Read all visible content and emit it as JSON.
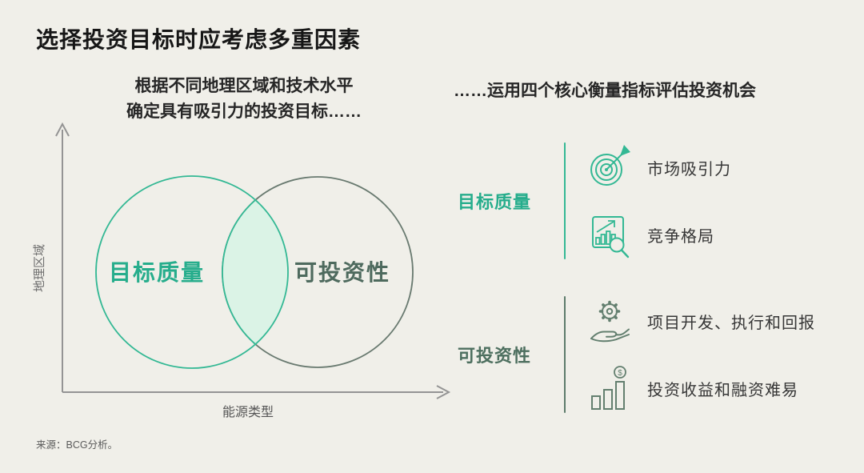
{
  "page": {
    "title": "选择投资目标时应考虑多重因素",
    "source": "来源：BCG分析。"
  },
  "venn_section": {
    "subtitle_line1": "根据不同地理区域和技术水平",
    "subtitle_line2": "确定具有吸引力的投资目标……",
    "y_axis_label": "地理区域",
    "x_axis_label": "能源类型",
    "left_circle_label": "目标质量",
    "right_circle_label": "可投资性"
  },
  "metrics_section": {
    "subtitle": "……运用四个核心衡量指标评估投资机会",
    "groups": [
      {
        "label": "目标质量",
        "accent_color": "#26ad8c",
        "items": [
          {
            "icon": "target-dart-icon",
            "label": "市场吸引力"
          },
          {
            "icon": "chart-magnifier-icon",
            "label": "竞争格局"
          }
        ]
      },
      {
        "label": "可投资性",
        "accent_color": "#4d6f5f",
        "items": [
          {
            "icon": "gear-hand-icon",
            "label": "项目开发、执行和回报"
          },
          {
            "icon": "bars-dollar-icon",
            "label": "投资收益和融资难易"
          }
        ]
      }
    ]
  },
  "colors": {
    "background": "#f0efe9",
    "teal": "#33b894",
    "teal_text": "#26ad8c",
    "overlap_fill": "#dbf3e6",
    "dark_green_stroke": "#697a70",
    "dark_green_text": "#4e6a5e",
    "sage_icon": "#637f6f",
    "axis_gray": "#949494"
  }
}
